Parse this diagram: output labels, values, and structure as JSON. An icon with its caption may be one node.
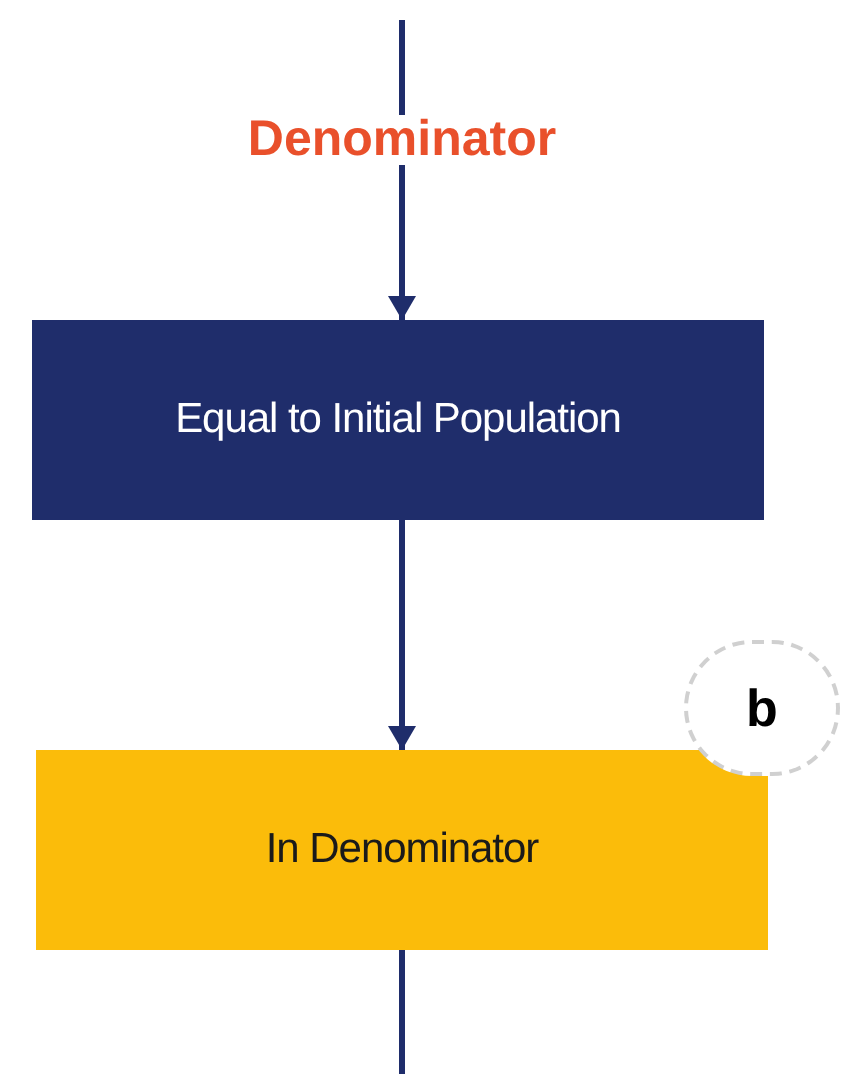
{
  "diagram": {
    "nodes": [
      {
        "text": [
          "Equal to Initial Population"
        ]
      },
      {
        "text": [
          "In Denominator"
        ]
      },
      {
        "text": [
          "b"
        ]
      }
    ],
    "edges": [
      {
        "from": null,
        "to": 0,
        "arrow": "to",
        "label": "Denominator"
      },
      {
        "from": 0,
        "to": 1,
        "arrow": "to"
      },
      {
        "from": 1,
        "to": null,
        "arrow": "none"
      }
    ]
  }
}
